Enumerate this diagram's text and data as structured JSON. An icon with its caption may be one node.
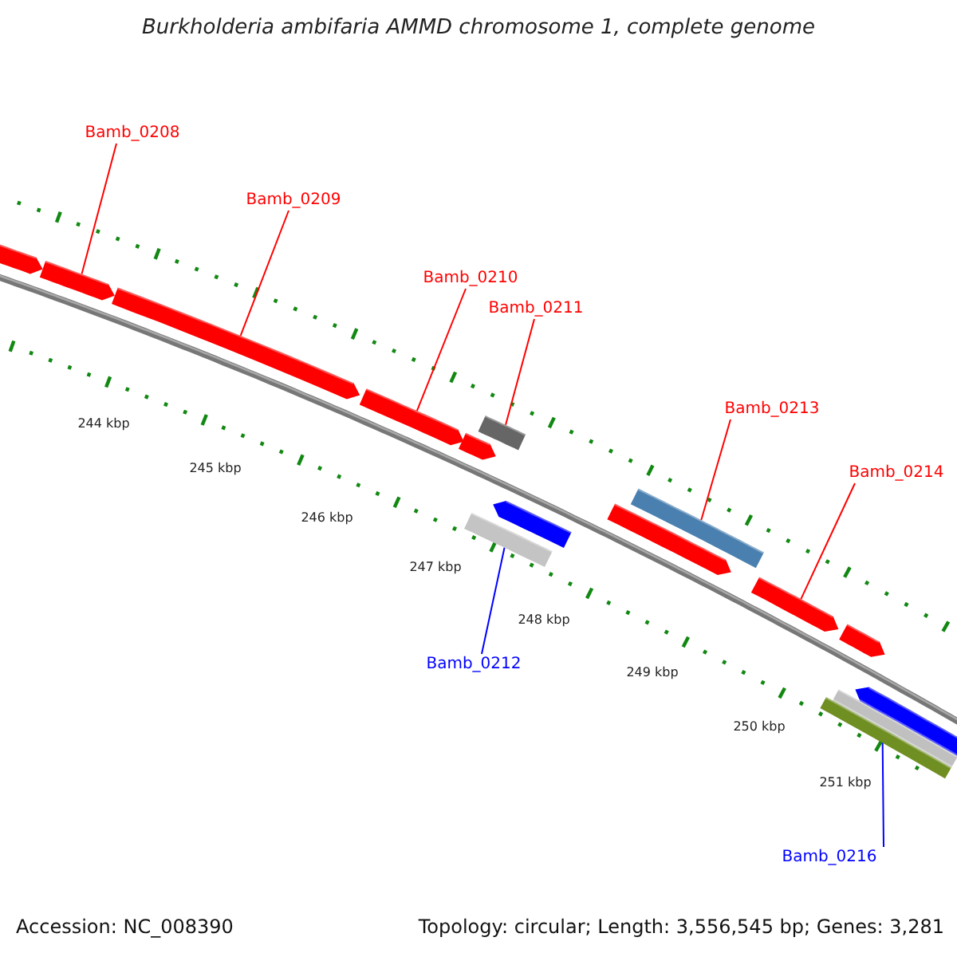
{
  "diagram": {
    "title": "Burkholderia ambifaria AMMD chromosome 1, complete genome",
    "nodes": [
      {
        "text": [
          "Bamb_0208"
        ]
      },
      {
        "text": [
          "Bamb_0209"
        ]
      },
      {
        "text": [
          "Bamb_0210"
        ]
      },
      {
        "text": [
          "Bamb_0211"
        ]
      },
      {
        "text": [
          "Bamb_0213"
        ]
      },
      {
        "text": [
          "Bamb_0214"
        ]
      },
      {
        "text": [
          "Bamb_0212"
        ]
      },
      {
        "text": [
          "Bamb_0216"
        ]
      },
      {
        "text": [],
        "shape": "bar"
      },
      {
        "text": [],
        "shape": "bar"
      },
      {
        "text": [],
        "shape": "bar"
      },
      {
        "text": [],
        "shape": "bar"
      },
      {
        "text": [],
        "shape": "bar"
      },
      {
        "text": [],
        "shape": "bar"
      },
      {
        "text": [],
        "shape": "bar"
      },
      {
        "text": [],
        "shape": "bar"
      }
    ],
    "edges": [
      {
        "from": 0,
        "to": 8,
        "arrow": "none"
      },
      {
        "from": 1,
        "to": 9,
        "arrow": "none"
      },
      {
        "from": 2,
        "to": 10,
        "arrow": "none"
      },
      {
        "from": 3,
        "to": 11,
        "arrow": "none"
      },
      {
        "from": 4,
        "to": 13,
        "arrow": "none"
      },
      {
        "from": 5,
        "to": 14,
        "arrow": "none"
      },
      {
        "from": 6,
        "to": 12,
        "arrow": "none",
        "color": "#0000ff"
      },
      {
        "from": 7,
        "to": 15,
        "arrow": "none",
        "color": "#0000ff"
      }
    ],
    "labels": [
      "244 kbp",
      "245 kbp",
      "246 kbp",
      "247 kbp",
      "248 kbp",
      "249 kbp",
      "250 kbp",
      "251 kbp",
      "Accession: NC_008390",
      "Topology: circular; Length: 3,556,545 bp; Genes: 3,281"
    ]
  }
}
